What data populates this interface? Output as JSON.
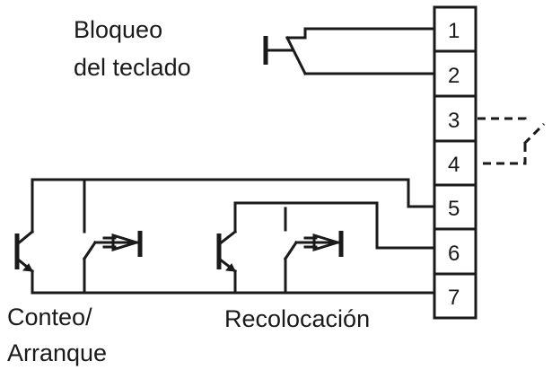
{
  "labels": {
    "keyboard_lock_line1": "Bloqueo",
    "keyboard_lock_line2": "del teclado",
    "count_start_line1": "Conteo/",
    "count_start_line2": "Arranque",
    "reset": "Recolocación"
  },
  "terminals": [
    "1",
    "2",
    "3",
    "4",
    "5",
    "6",
    "7"
  ]
}
